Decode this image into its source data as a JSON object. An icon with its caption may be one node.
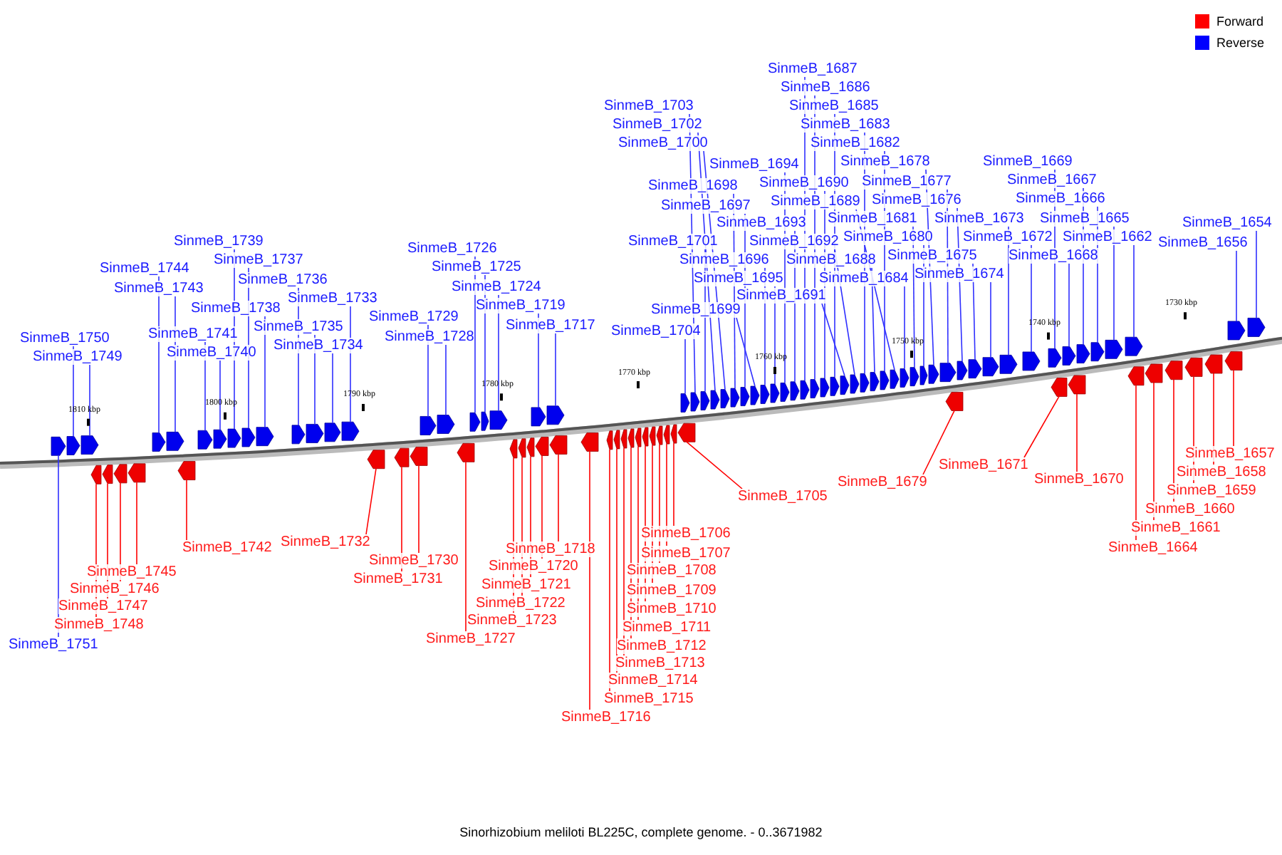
{
  "diagram": {
    "caption": "Sinorhizobium meliloti BL225C, complete genome. - 0..3671982",
    "nodes": [
      {
        "text": [
          "SinmeB_1687"
        ]
      },
      {
        "text": [
          "SinmeB_1686"
        ]
      },
      {
        "text": [
          "SinmeB_1703"
        ]
      },
      {
        "text": [
          "SinmeB_1685"
        ]
      },
      {
        "text": [
          "SinmeB_1702"
        ]
      },
      {
        "text": [
          "SinmeB_1683"
        ]
      },
      {
        "text": [
          "SinmeB_1700"
        ]
      },
      {
        "text": [
          "SinmeB_1682"
        ]
      },
      {
        "text": [
          "SinmeB_1694"
        ]
      },
      {
        "text": [
          "SinmeB_1678"
        ]
      },
      {
        "text": [
          "SinmeB_1669"
        ]
      },
      {
        "text": [
          "SinmeB_1698"
        ]
      },
      {
        "text": [
          "SinmeB_1690"
        ]
      },
      {
        "text": [
          "SinmeB_1677"
        ]
      },
      {
        "text": [
          "SinmeB_1667"
        ]
      },
      {
        "text": [
          "SinmeB_1697"
        ]
      },
      {
        "text": [
          "SinmeB_1689"
        ]
      },
      {
        "text": [
          "SinmeB_1676"
        ]
      },
      {
        "text": [
          "SinmeB_1666"
        ]
      },
      {
        "text": [
          "SinmeB_1693"
        ]
      },
      {
        "text": [
          "SinmeB_1681"
        ]
      },
      {
        "text": [
          "SinmeB_1673"
        ]
      },
      {
        "text": [
          "SinmeB_1654"
        ]
      },
      {
        "text": [
          "SinmeB_1665"
        ]
      },
      {
        "text": [
          "SinmeB_1701"
        ]
      },
      {
        "text": [
          "SinmeB_1692"
        ]
      },
      {
        "text": [
          "SinmeB_1680"
        ]
      },
      {
        "text": [
          "SinmeB_1672"
        ]
      },
      {
        "text": [
          "SinmeB_1662"
        ]
      },
      {
        "text": [
          "SinmeB_1739"
        ]
      },
      {
        "text": [
          "SinmeB_1726"
        ]
      },
      {
        "text": [
          "SinmeB_1656"
        ]
      },
      {
        "text": [
          "SinmeB_1668"
        ]
      },
      {
        "text": [
          "SinmeB_1675"
        ]
      },
      {
        "text": [
          "SinmeB_1696"
        ]
      },
      {
        "text": [
          "SinmeB_1688"
        ]
      },
      {
        "text": [
          "SinmeB_1737"
        ]
      },
      {
        "text": [
          "SinmeB_1725"
        ]
      },
      {
        "text": [
          "SinmeB_1744"
        ]
      },
      {
        "text": [
          "SinmeB_1674"
        ]
      },
      {
        "text": [
          "SinmeB_1695"
        ]
      },
      {
        "text": [
          "SinmeB_1684"
        ]
      },
      {
        "text": [
          "SinmeB_1736"
        ]
      },
      {
        "text": [
          "SinmeB_1724"
        ]
      },
      {
        "text": [
          "SinmeB_1743"
        ]
      },
      {
        "text": [
          "SinmeB_1691"
        ]
      },
      {
        "text": [
          "SinmeB_1733"
        ]
      },
      {
        "text": [
          "SinmeB_1719"
        ]
      },
      {
        "text": [
          "SinmeB_1738"
        ]
      },
      {
        "text": [
          "SinmeB_1699"
        ]
      },
      {
        "text": [
          "SinmeB_1729"
        ]
      },
      {
        "text": [
          "SinmeB_1717"
        ]
      },
      {
        "text": [
          "SinmeB_1735"
        ]
      },
      {
        "text": [
          "SinmeB_1704"
        ]
      },
      {
        "text": [
          "SinmeB_1741"
        ]
      },
      {
        "text": [
          "SinmeB_1750"
        ]
      },
      {
        "text": [
          "SinmeB_1728"
        ]
      },
      {
        "text": [
          "SinmeB_1734"
        ]
      },
      {
        "text": [
          "SinmeB_1740"
        ]
      },
      {
        "text": [
          "SinmeB_1749"
        ]
      },
      {
        "text": [
          "SinmeB_1657"
        ]
      },
      {
        "text": [
          "SinmeB_1671"
        ]
      },
      {
        "text": [
          "SinmeB_1658"
        ]
      },
      {
        "text": [
          "SinmeB_1679"
        ]
      },
      {
        "text": [
          "SinmeB_1670"
        ]
      },
      {
        "text": [
          "SinmeB_1659"
        ]
      },
      {
        "text": [
          "SinmeB_1705"
        ]
      },
      {
        "text": [
          "SinmeB_1660"
        ]
      },
      {
        "text": [
          "SinmeB_1661"
        ]
      },
      {
        "text": [
          "SinmeB_1706"
        ]
      },
      {
        "text": [
          "SinmeB_1732"
        ]
      },
      {
        "text": [
          "SinmeB_1742"
        ]
      },
      {
        "text": [
          "SinmeB_1664"
        ]
      },
      {
        "text": [
          "SinmeB_1718"
        ]
      },
      {
        "text": [
          "SinmeB_1707"
        ]
      },
      {
        "text": [
          "SinmeB_1730"
        ]
      },
      {
        "text": [
          "SinmeB_1720"
        ]
      },
      {
        "text": [
          "SinmeB_1708"
        ]
      },
      {
        "text": [
          "SinmeB_1745"
        ]
      },
      {
        "text": [
          "SinmeB_1731"
        ]
      },
      {
        "text": [
          "SinmeB_1721"
        ]
      },
      {
        "text": [
          "SinmeB_1746"
        ]
      },
      {
        "text": [
          "SinmeB_1709"
        ]
      },
      {
        "text": [
          "SinmeB_1722"
        ]
      },
      {
        "text": [
          "SinmeB_1747"
        ]
      },
      {
        "text": [
          "SinmeB_1710"
        ]
      },
      {
        "text": [
          "SinmeB_1723"
        ]
      },
      {
        "text": [
          "SinmeB_1711"
        ]
      },
      {
        "text": [
          "SinmeB_1748"
        ]
      },
      {
        "text": [
          "SinmeB_1727"
        ]
      },
      {
        "text": [
          "SinmeB_1712"
        ]
      },
      {
        "text": [
          "SinmeB_1751"
        ]
      },
      {
        "text": [
          "SinmeB_1713"
        ]
      },
      {
        "text": [
          "SinmeB_1714"
        ]
      },
      {
        "text": [
          "SinmeB_1715"
        ]
      },
      {
        "text": [
          "SinmeB_1716"
        ]
      },
      {
        "text": [],
        "shape": "arrow"
      },
      {
        "text": [],
        "shape": "arrow"
      },
      {
        "text": [],
        "shape": "arrow"
      },
      {
        "text": [],
        "shape": "arrow"
      },
      {
        "text": [],
        "shape": "arrow"
      },
      {
        "text": [],
        "shape": "arrow"
      },
      {
        "text": [],
        "shape": "arrow"
      },
      {
        "text": [],
        "shape": "arrow"
      },
      {
        "text": [],
        "shape": "arrow"
      },
      {
        "text": [],
        "shape": "arrow"
      },
      {
        "text": [],
        "shape": "arrow"
      },
      {
        "text": [],
        "shape": "arrow"
      },
      {
        "text": [],
        "shape": "arrow"
      },
      {
        "text": [],
        "shape": "arrow"
      },
      {
        "text": [],
        "shape": "arrow"
      },
      {
        "text": [],
        "shape": "arrow"
      },
      {
        "text": [],
        "shape": "arrow"
      },
      {
        "text": [],
        "shape": "arrow"
      },
      {
        "text": [],
        "shape": "arrow"
      },
      {
        "text": [],
        "shape": "arrow"
      },
      {
        "text": [],
        "shape": "arrow"
      },
      {
        "text": [],
        "shape": "arrow"
      },
      {
        "text": [],
        "shape": "arrow"
      },
      {
        "text": [],
        "shape": "arrow"
      },
      {
        "text": [],
        "shape": "arrow"
      },
      {
        "text": [],
        "shape": "arrow"
      },
      {
        "text": [],
        "shape": "arrow"
      },
      {
        "text": [],
        "shape": "arrow"
      },
      {
        "text": [],
        "shape": "arrow"
      },
      {
        "text": [],
        "shape": "arrow"
      },
      {
        "text": [],
        "shape": "arrow"
      },
      {
        "text": [],
        "shape": "arrow"
      },
      {
        "text": [],
        "shape": "arrow"
      },
      {
        "text": [],
        "shape": "arrow"
      },
      {
        "text": [],
        "shape": "arrow"
      },
      {
        "text": [],
        "shape": "arrow"
      },
      {
        "text": [],
        "shape": "arrow"
      },
      {
        "text": [],
        "shape": "arrow"
      },
      {
        "text": [],
        "shape": "arrow"
      },
      {
        "text": [],
        "shape": "arrow"
      },
      {
        "text": [],
        "shape": "arrow"
      },
      {
        "text": [],
        "shape": "arrow"
      },
      {
        "text": [],
        "shape": "arrow"
      },
      {
        "text": [],
        "shape": "arrow"
      },
      {
        "text": [],
        "shape": "arrow"
      },
      {
        "text": [],
        "shape": "arrow"
      },
      {
        "text": [],
        "shape": "arrow"
      },
      {
        "text": [],
        "shape": "arrow"
      },
      {
        "text": [],
        "shape": "arrow"
      },
      {
        "text": [],
        "shape": "arrow"
      },
      {
        "text": [],
        "shape": "arrow"
      },
      {
        "text": [],
        "shape": "arrow"
      },
      {
        "text": [],
        "shape": "arrow"
      },
      {
        "text": [],
        "shape": "arrow"
      },
      {
        "text": [],
        "shape": "arrow"
      },
      {
        "text": [],
        "shape": "arrow"
      },
      {
        "text": [],
        "shape": "arrow"
      },
      {
        "text": [],
        "shape": "arrow"
      },
      {
        "text": [],
        "shape": "arrow"
      },
      {
        "text": [],
        "shape": "arrow"
      },
      {
        "text": [],
        "shape": "arrow"
      },
      {
        "text": [],
        "shape": "arrow"
      },
      {
        "text": [],
        "shape": "arrow"
      },
      {
        "text": [],
        "shape": "arrow"
      },
      {
        "text": [],
        "shape": "arrow"
      },
      {
        "text": [],
        "shape": "arrow"
      },
      {
        "text": [],
        "shape": "arrow"
      },
      {
        "text": [],
        "shape": "arrow"
      },
      {
        "text": [],
        "shape": "arrow"
      },
      {
        "text": [],
        "shape": "arrow"
      },
      {
        "text": [],
        "shape": "arrow"
      },
      {
        "text": [],
        "shape": "arrow"
      },
      {
        "text": [],
        "shape": "arrow"
      },
      {
        "text": [],
        "shape": "arrow"
      },
      {
        "text": [],
        "shape": "arrow"
      },
      {
        "text": [],
        "shape": "arrow"
      },
      {
        "text": [],
        "shape": "arrow"
      },
      {
        "text": [],
        "shape": "arrow"
      },
      {
        "text": [],
        "shape": "arrow"
      },
      {
        "text": [],
        "shape": "arrow"
      },
      {
        "text": [],
        "shape": "arrow"
      },
      {
        "text": [],
        "shape": "arrow"
      },
      {
        "text": [],
        "shape": "arrow"
      },
      {
        "text": [],
        "shape": "arrow"
      },
      {
        "text": [],
        "shape": "arrow"
      },
      {
        "text": [],
        "shape": "arrow"
      },
      {
        "text": [],
        "shape": "arrow"
      },
      {
        "text": [],
        "shape": "arrow"
      },
      {
        "text": [],
        "shape": "arrow"
      },
      {
        "text": [],
        "shape": "arrow"
      },
      {
        "text": [],
        "shape": "arrow"
      },
      {
        "text": [],
        "shape": "arrow"
      },
      {
        "text": [],
        "shape": "arrow"
      },
      {
        "text": [],
        "shape": "arrow"
      },
      {
        "text": [],
        "shape": "arrow"
      },
      {
        "text": [],
        "shape": "arrow"
      }
    ],
    "edges": [
      {
        "from": 0,
        "to": 155,
        "arrow": "none"
      },
      {
        "from": 1,
        "to": 156,
        "arrow": "none"
      },
      {
        "from": 2,
        "to": 144,
        "arrow": "none"
      },
      {
        "from": 3,
        "to": 158,
        "arrow": "none"
      },
      {
        "from": 4,
        "to": 146,
        "arrow": "none"
      },
      {
        "from": 5,
        "to": 161,
        "arrow": "none"
      },
      {
        "from": 6,
        "to": 147,
        "arrow": "none"
      },
      {
        "from": 7,
        "to": 163,
        "arrow": "none"
      },
      {
        "from": 8,
        "to": 153,
        "arrow": "none"
      },
      {
        "from": 9,
        "to": 168,
        "arrow": "none"
      },
      {
        "from": 10,
        "to": 176,
        "arrow": "none"
      },
      {
        "from": 11,
        "to": 148,
        "arrow": "none"
      },
      {
        "from": 12,
        "to": 157,
        "arrow": "none"
      },
      {
        "from": 13,
        "to": 169,
        "arrow": "none"
      },
      {
        "from": 14,
        "to": 180,
        "arrow": "none"
      },
      {
        "from": 15,
        "to": 149,
        "arrow": "none"
      },
      {
        "from": 16,
        "to": 164,
        "arrow": "none"
      },
      {
        "from": 17,
        "to": 171,
        "arrow": "none"
      },
      {
        "from": 18,
        "to": 181,
        "arrow": "none"
      },
      {
        "from": 19,
        "to": 154,
        "arrow": "none"
      },
      {
        "from": 20,
        "to": 166,
        "arrow": "none"
      },
      {
        "from": 21,
        "to": 174,
        "arrow": "none"
      },
      {
        "from": 22,
        "to": 191,
        "arrow": "none"
      },
      {
        "from": 23,
        "to": 182,
        "arrow": "none"
      },
      {
        "from": 24,
        "to": 145,
        "arrow": "none"
      },
      {
        "from": 25,
        "to": 160,
        "arrow": "none"
      },
      {
        "from": 26,
        "to": 167,
        "arrow": "none"
      },
      {
        "from": 27,
        "to": 175,
        "arrow": "none"
      },
      {
        "from": 28,
        "to": 183,
        "arrow": "none"
      },
      {
        "from": 29,
        "to": 108,
        "arrow": "none"
      },
      {
        "from": 30,
        "to": 121,
        "arrow": "none"
      },
      {
        "from": 31,
        "to": 190,
        "arrow": "none"
      },
      {
        "from": 32,
        "to": 178,
        "arrow": "none"
      },
      {
        "from": 33,
        "to": 172,
        "arrow": "none"
      },
      {
        "from": 34,
        "to": 151,
        "arrow": "none"
      },
      {
        "from": 35,
        "to": 162,
        "arrow": "none"
      },
      {
        "from": 36,
        "to": 109,
        "arrow": "none"
      },
      {
        "from": 37,
        "to": 122,
        "arrow": "none"
      },
      {
        "from": 38,
        "to": 103,
        "arrow": "none"
      },
      {
        "from": 39,
        "to": 173,
        "arrow": "none"
      },
      {
        "from": 40,
        "to": 152,
        "arrow": "none"
      },
      {
        "from": 41,
        "to": 165,
        "arrow": "none"
      },
      {
        "from": 42,
        "to": 111,
        "arrow": "none"
      },
      {
        "from": 43,
        "to": 123,
        "arrow": "none"
      },
      {
        "from": 44,
        "to": 104,
        "arrow": "none"
      },
      {
        "from": 45,
        "to": 159,
        "arrow": "none"
      },
      {
        "from": 46,
        "to": 114,
        "arrow": "none"
      },
      {
        "from": 47,
        "to": 127,
        "arrow": "none"
      },
      {
        "from": 48,
        "to": 110,
        "arrow": "none"
      },
      {
        "from": 49,
        "to": 150,
        "arrow": "none"
      },
      {
        "from": 50,
        "to": 118,
        "arrow": "none"
      },
      {
        "from": 51,
        "to": 129,
        "arrow": "none"
      },
      {
        "from": 52,
        "to": 112,
        "arrow": "none"
      },
      {
        "from": 53,
        "to": 143,
        "arrow": "none"
      },
      {
        "from": 54,
        "to": 106,
        "arrow": "none"
      },
      {
        "from": 55,
        "to": 97,
        "arrow": "none"
      },
      {
        "from": 56,
        "to": 119,
        "arrow": "none"
      },
      {
        "from": 57,
        "to": 113,
        "arrow": "none"
      },
      {
        "from": 58,
        "to": 107,
        "arrow": "none"
      },
      {
        "from": 59,
        "to": 98,
        "arrow": "none"
      },
      {
        "from": 60,
        "to": 189,
        "arrow": "none",
        "color": "#ff0000"
      },
      {
        "from": 61,
        "to": 177,
        "arrow": "none",
        "color": "#ff0000"
      },
      {
        "from": 62,
        "to": 188,
        "arrow": "none",
        "color": "#ff0000"
      },
      {
        "from": 63,
        "to": 170,
        "arrow": "none",
        "color": "#ff0000"
      },
      {
        "from": 64,
        "to": 179,
        "arrow": "none",
        "color": "#ff0000"
      },
      {
        "from": 65,
        "to": 187,
        "arrow": "none",
        "color": "#ff0000"
      },
      {
        "from": 66,
        "to": 142,
        "arrow": "none",
        "color": "#ff0000"
      },
      {
        "from": 67,
        "to": 186,
        "arrow": "none",
        "color": "#ff0000"
      },
      {
        "from": 68,
        "to": 185,
        "arrow": "none",
        "color": "#ff0000"
      },
      {
        "from": 69,
        "to": 141,
        "arrow": "none",
        "color": "#ff0000"
      },
      {
        "from": 70,
        "to": 115,
        "arrow": "none",
        "color": "#ff0000"
      },
      {
        "from": 71,
        "to": 105,
        "arrow": "none",
        "color": "#ff0000"
      },
      {
        "from": 72,
        "to": 184,
        "arrow": "none",
        "color": "#ff0000"
      },
      {
        "from": 73,
        "to": 130,
        "arrow": "none",
        "color": "#ff0000"
      },
      {
        "from": 74,
        "to": 140,
        "arrow": "none",
        "color": "#ff0000"
      },
      {
        "from": 75,
        "to": 117,
        "arrow": "none",
        "color": "#ff0000"
      },
      {
        "from": 76,
        "to": 128,
        "arrow": "none",
        "color": "#ff0000"
      },
      {
        "from": 77,
        "to": 139,
        "arrow": "none",
        "color": "#ff0000"
      },
      {
        "from": 78,
        "to": 102,
        "arrow": "none",
        "color": "#ff0000"
      },
      {
        "from": 79,
        "to": 116,
        "arrow": "none",
        "color": "#ff0000"
      },
      {
        "from": 80,
        "to": 126,
        "arrow": "none",
        "color": "#ff0000"
      },
      {
        "from": 81,
        "to": 101,
        "arrow": "none",
        "color": "#ff0000"
      },
      {
        "from": 82,
        "to": 138,
        "arrow": "none",
        "color": "#ff0000"
      },
      {
        "from": 83,
        "to": 125,
        "arrow": "none",
        "color": "#ff0000"
      },
      {
        "from": 84,
        "to": 100,
        "arrow": "none",
        "color": "#ff0000"
      },
      {
        "from": 85,
        "to": 137,
        "arrow": "none",
        "color": "#ff0000"
      },
      {
        "from": 86,
        "to": 124,
        "arrow": "none",
        "color": "#ff0000"
      },
      {
        "from": 87,
        "to": 136,
        "arrow": "none",
        "color": "#ff0000"
      },
      {
        "from": 88,
        "to": 99,
        "arrow": "none",
        "color": "#ff0000"
      },
      {
        "from": 89,
        "to": 120,
        "arrow": "none",
        "color": "#ff0000"
      },
      {
        "from": 90,
        "to": 135,
        "arrow": "none",
        "color": "#ff0000"
      },
      {
        "from": 91,
        "to": 96,
        "arrow": "none"
      },
      {
        "from": 92,
        "to": 134,
        "arrow": "none",
        "color": "#ff0000"
      },
      {
        "from": 93,
        "to": 133,
        "arrow": "none",
        "color": "#ff0000"
      },
      {
        "from": 94,
        "to": 132,
        "arrow": "none",
        "color": "#ff0000"
      },
      {
        "from": 95,
        "to": 131,
        "arrow": "none",
        "color": "#ff0000"
      }
    ],
    "labels": [
      "1810 kbp",
      "1800 kbp",
      "1790 kbp",
      "1780 kbp",
      "1770 kbp",
      "1760 kbp",
      "1750 kbp",
      "1740 kbp",
      "1730 kbp"
    ],
    "legend": [
      {
        "text": "Forward",
        "color": "#ff0000"
      },
      {
        "text": "Reverse",
        "color": "#0000ff"
      }
    ]
  }
}
